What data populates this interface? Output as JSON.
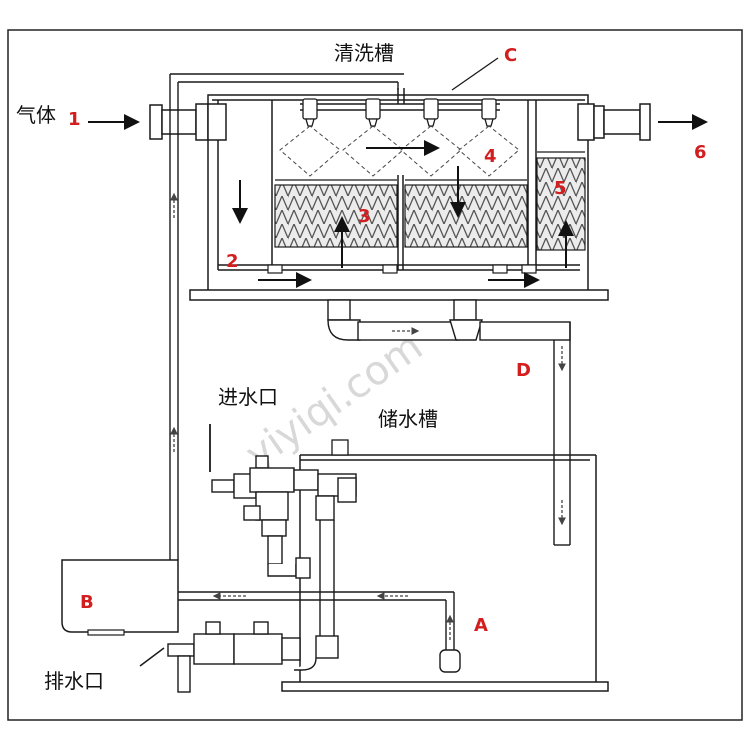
{
  "labels": {
    "wash_tank": "清洗槽",
    "gas": "气体",
    "water_inlet": "进水口",
    "water_tank": "储水槽",
    "drain": "排水口"
  },
  "markers": {
    "n1": "1",
    "n2": "2",
    "n3": "3",
    "n4": "4",
    "n5": "5",
    "n6": "6",
    "A": "A",
    "B": "B",
    "C": "C",
    "D": "D"
  },
  "watermark": "yiyiqi.com",
  "colors": {
    "line": "#1a1a1a",
    "marker_red": "#d21e1e",
    "packing": "#5a5a5a",
    "watermark": "#d8d8d8"
  }
}
